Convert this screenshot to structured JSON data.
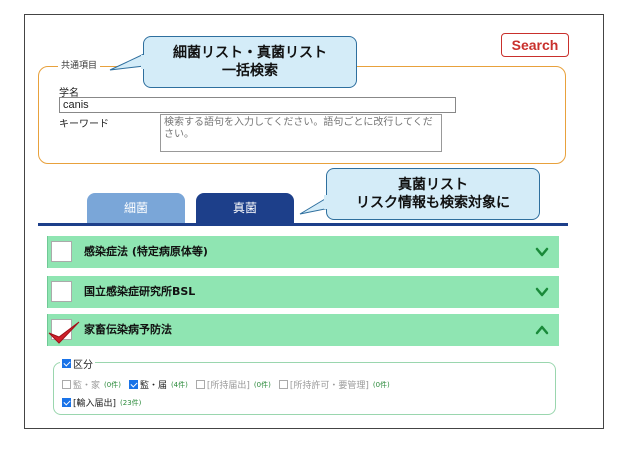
{
  "search_button": "Search",
  "common": {
    "legend": "共通項目",
    "scientific_name_label": "学名",
    "scientific_name_value": "canis",
    "keyword_label": "キーワード",
    "keyword_placeholder": "検索する語句を入力してください。語句ごとに改行してください。"
  },
  "callouts": {
    "top": [
      "細菌リスト・真菌リスト",
      "一括検索"
    ],
    "right": [
      "真菌リスト",
      "リスク情報も検索対象に"
    ]
  },
  "tabs": [
    {
      "label": "細菌",
      "active": false
    },
    {
      "label": "真菌",
      "active": true
    }
  ],
  "accordions": [
    {
      "label": "感染症法 (特定病原体等)",
      "checked": false,
      "expanded": false
    },
    {
      "label": "国立感染症研究所BSL",
      "checked": false,
      "expanded": false
    },
    {
      "label": "家畜伝染病予防法",
      "checked": true,
      "expanded": true
    }
  ],
  "kubun": {
    "legend": "区分",
    "legend_checked": true,
    "options_row1": [
      {
        "label": "監・家",
        "count": "(0件)",
        "checked": false,
        "disabled": true
      },
      {
        "label": "監・届",
        "count": "(4件)",
        "checked": true,
        "disabled": false
      },
      {
        "label": "[所持届出]",
        "count": "(0件)",
        "checked": false,
        "disabled": true
      },
      {
        "label": "[所持許可・要管理]",
        "count": "(0件)",
        "checked": false,
        "disabled": true
      }
    ],
    "options_row2": [
      {
        "label": "[輸入届出]",
        "count": "(23件)",
        "checked": true,
        "disabled": false
      }
    ]
  },
  "colors": {
    "accent_red": "#c9302c",
    "tab_active": "#1d3f8a",
    "tab_inactive": "#7aa6d8",
    "accordion_green": "#8fe5b2",
    "common_border": "#e8a13c",
    "callout_fill": "#d4ecf8"
  }
}
